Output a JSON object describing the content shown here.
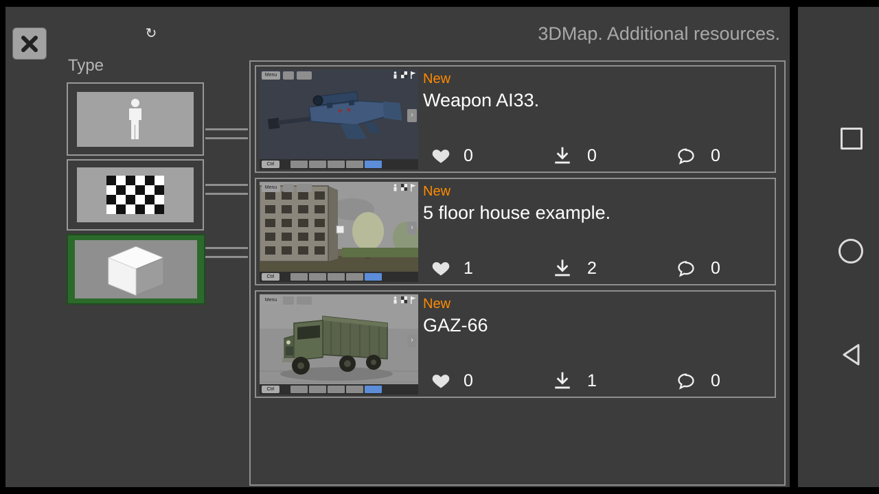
{
  "header": {
    "title": "3DMap. Additional resources.",
    "refresh_icon": "↻"
  },
  "type_panel": {
    "label": "Type",
    "options": [
      {
        "name": "character"
      },
      {
        "name": "texture"
      },
      {
        "name": "model",
        "selected": true
      }
    ]
  },
  "resources": [
    {
      "badge": "New",
      "title": "Weapon AI33.",
      "likes": "0",
      "downloads": "0",
      "comments": "0"
    },
    {
      "badge": "New",
      "title": "5 floor house example.",
      "likes": "1",
      "downloads": "2",
      "comments": "0"
    },
    {
      "badge": "New",
      "title": "GAZ-66",
      "likes": "0",
      "downloads": "1",
      "comments": "0"
    }
  ],
  "editor_chrome": {
    "menu": "Menu",
    "ctrl": "Ctrl",
    "side_arrow": "›"
  },
  "colors": {
    "badge_new": "#ff8a00",
    "selected_green": "#2c6a2c",
    "panel_gray": "#3c3c3c"
  }
}
